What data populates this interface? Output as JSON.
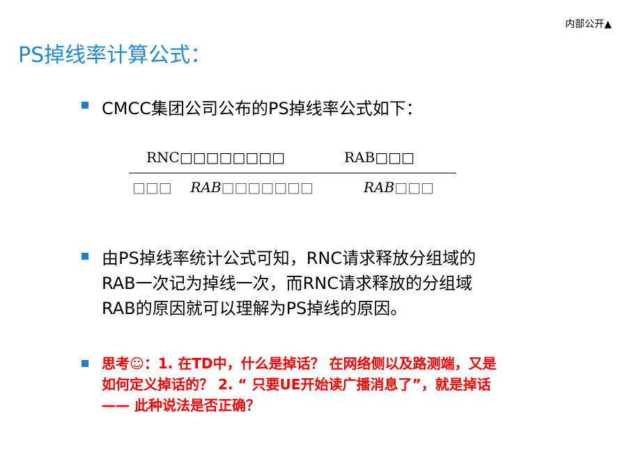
{
  "header": {
    "classification": "内部公开▲"
  },
  "title": "PS掉线率计算公式：",
  "bullets": {
    "b1": "CMCC集团公司公布的PS掉线率公式如下：",
    "b2_lines": [
      "由PS掉线率统计公式可知，RNC请求释放分组域的",
      "RAB一次记为掉线一次，而RNC请求释放的分组域",
      "RAB的原因就可以理解为PS掉线的原因。"
    ],
    "b3_lines": [
      "思考☺：1. 在TD中，什么是掉话？ 在网络侧以及路测端，又是",
      "如何定义掉话的？  2. “ 只要UE开始读广播消息了”，就是掉话",
      "—— 此种说法是否正确？"
    ]
  },
  "formula": {
    "numerator_left": "RNC□□□□□□□□",
    "numerator_right": "RAB□□□",
    "denominator_prefix": "□□□",
    "denominator_mid": "RAB",
    "denominator_mid_suffix": "□□□□□□□",
    "denominator_right": "RAB",
    "denominator_right_suffix": "□□□"
  },
  "colors": {
    "title": "#1f8ad6",
    "bullet": "#1a7fd0",
    "emphasis": "#ff0000"
  }
}
